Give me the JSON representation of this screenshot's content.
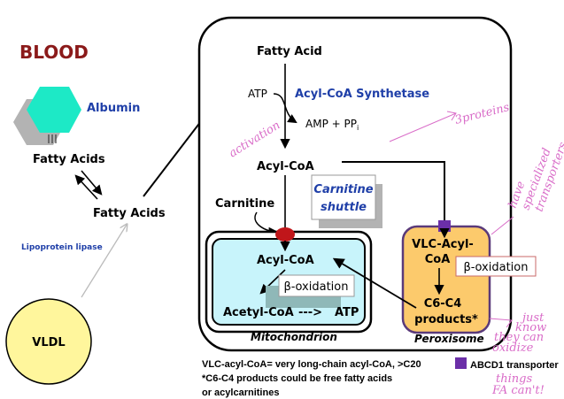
{
  "blood_label": "BLOOD",
  "albumin": "Albumin",
  "bound_fatty_acids": "Fatty Acids",
  "free_fatty_acids": "Fatty Acids",
  "lipoprotein_lipase": "Lipoprotein lipase",
  "vldl": "VLDL",
  "cell": {
    "fatty_acid": "Fatty Acid",
    "atp": "ATP",
    "enzyme": "Acyl-CoA Synthetase",
    "amp_ppi": "AMP + PP",
    "amp_ppi_sub": "i",
    "acyl_coa": "Acyl-CoA",
    "carnitine": "Carnitine",
    "carnitine_shuttle": [
      "Carnitine",
      "shuttle"
    ]
  },
  "mitochondrion": {
    "label": "Mitochondrion",
    "acyl_coa": "Acyl-CoA",
    "beta_oxidation": "β-oxidation",
    "acetyl_coa": "Acetyl-CoA",
    "arrow": "--->",
    "atp": "ATP"
  },
  "peroxisome": {
    "label": "Peroxisome",
    "vlc_acyl_coa": [
      "VLC-Acyl-",
      "CoA"
    ],
    "beta_oxidation": "β-oxidation",
    "products": [
      "C6-C4",
      "products*"
    ]
  },
  "footnotes": [
    "VLC-acyl-CoA= very long-chain acyl-CoA, >C20",
    "*C6-C4 products could be free fatty acids",
    "or acylcarnitines"
  ],
  "legend": {
    "abcd1": "ABCD1 transporter"
  },
  "handwriting": {
    "activation": "activation",
    "three_proteins": "3proteins",
    "transporters": [
      "have",
      "specialized",
      "transporters"
    ],
    "note": [
      "just",
      "know",
      "they can",
      "oxidize",
      "things",
      "FA can't!"
    ]
  },
  "colors": {
    "blood": "#8b1a1a",
    "albumin": "#1de9c6",
    "vldl": "#fff69c",
    "mitochondrion": "#c8f4fb",
    "peroxisome": "#fcca6c",
    "transporter": "#6b2fa8",
    "carnitine_carrier": "#c0161a",
    "enzyme_text": "#1f3fa8",
    "handwriting": "#d96cc8"
  }
}
